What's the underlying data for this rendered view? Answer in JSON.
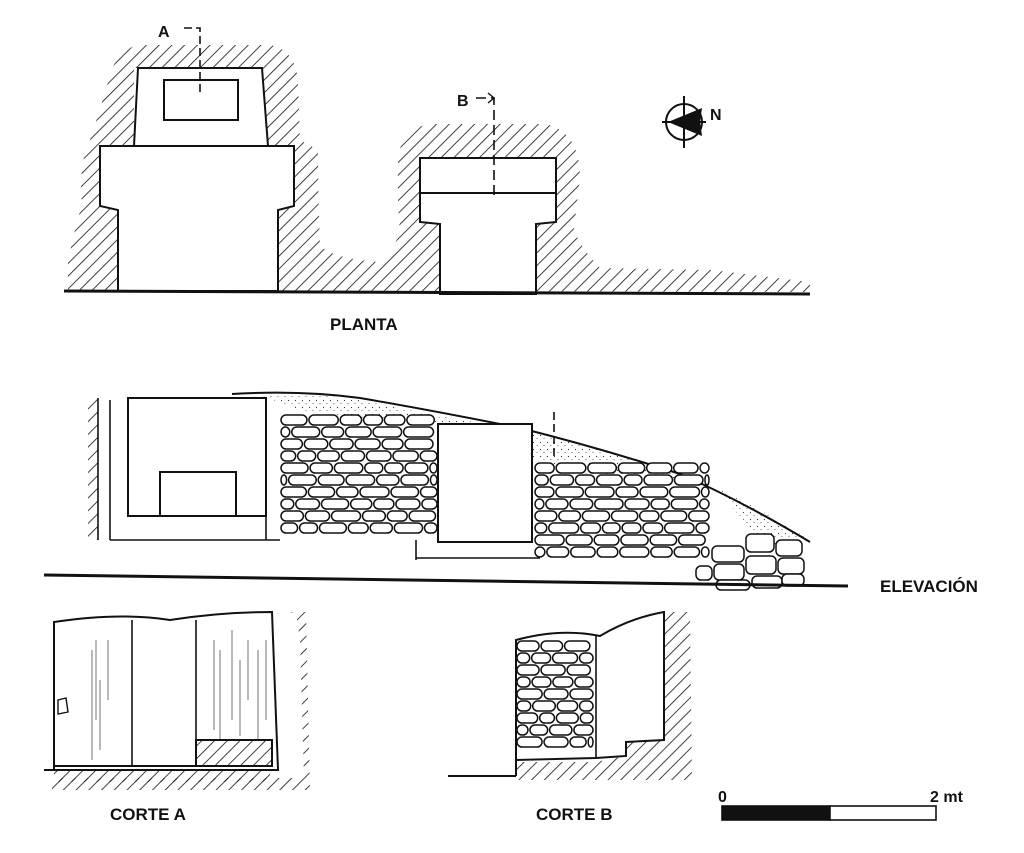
{
  "labels": {
    "planta": "PLANTA",
    "elevacion": "ELEVACIÓN",
    "corte_a": "CORTE A",
    "corte_b": "CORTE B",
    "section_a": "A",
    "section_b": "B",
    "north": "N"
  },
  "scale_bar": {
    "start": "0",
    "end": "2 mt",
    "segments": [
      "black",
      "white"
    ]
  },
  "colors": {
    "ink": "#111111",
    "fill": "#ffffff"
  }
}
